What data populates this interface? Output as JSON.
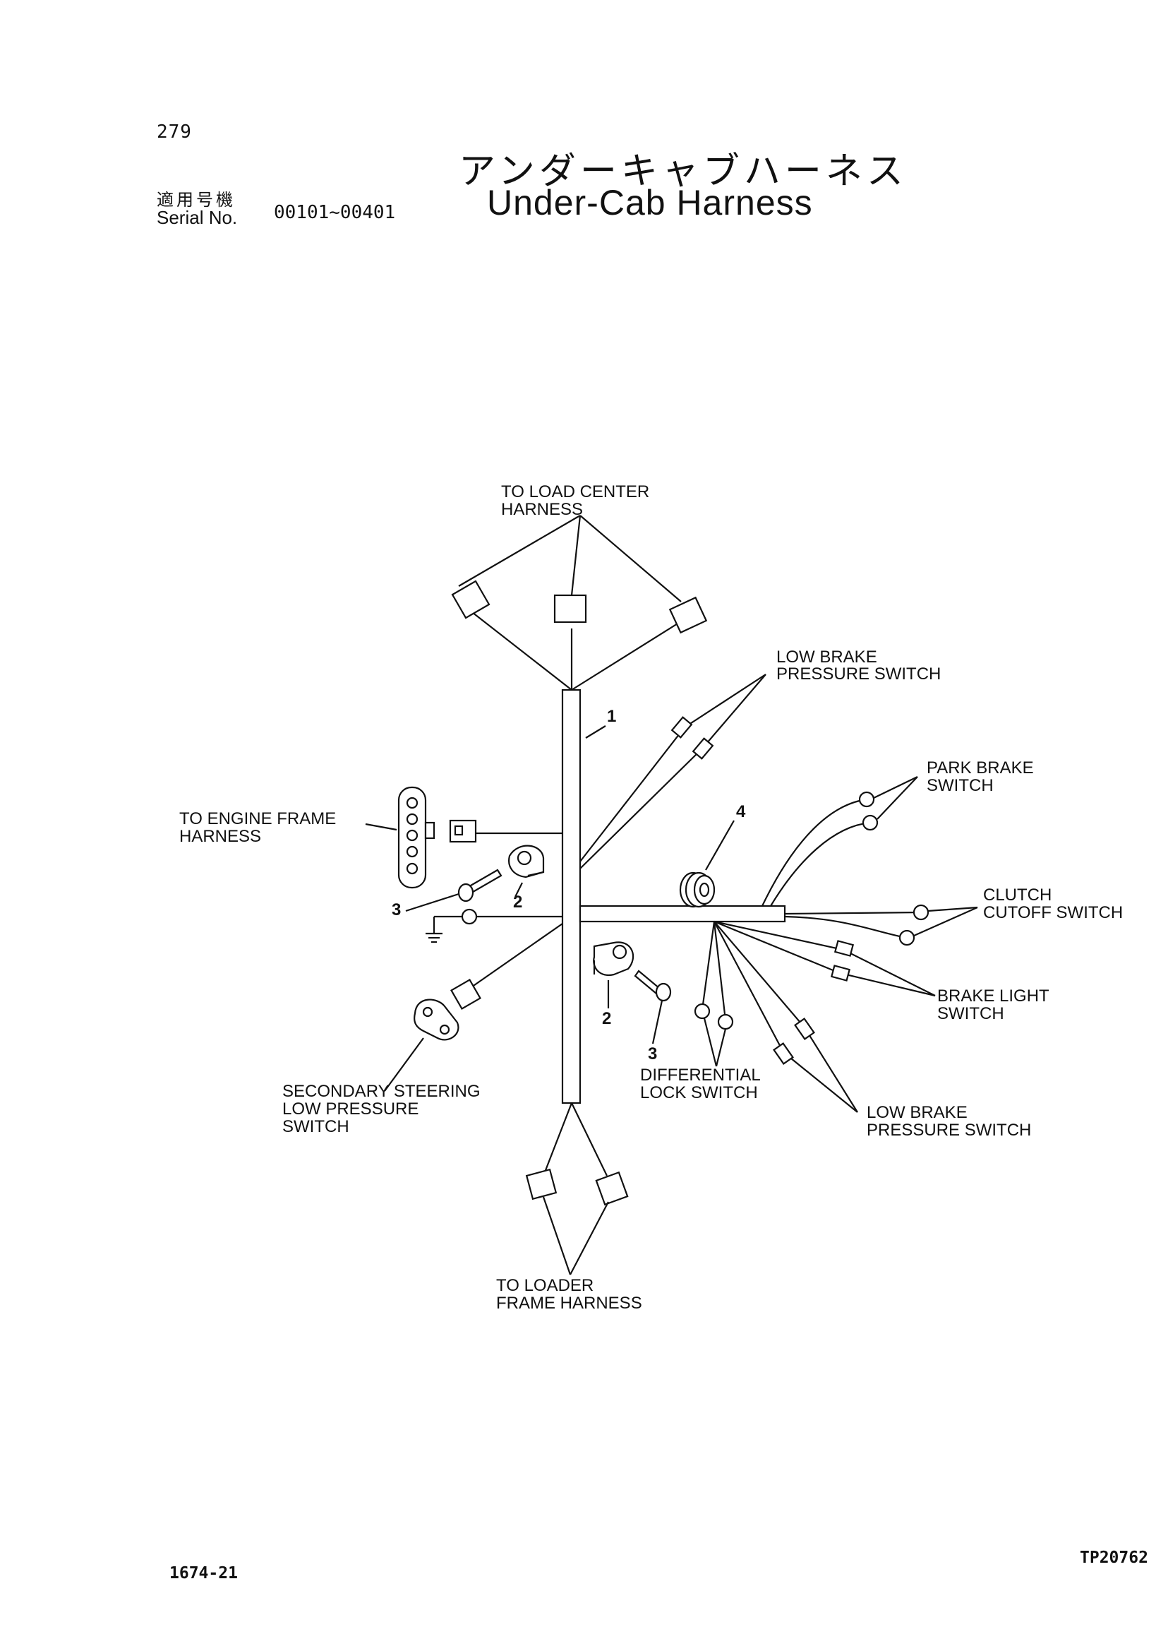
{
  "header": {
    "page_number": "279",
    "title_jp": "アンダーキャブハーネス",
    "title_en": "Under-Cab Harness",
    "serial_label_jp": "適用号機",
    "serial_label_en": "Serial No.",
    "serial_range": "00101~00401"
  },
  "labels": {
    "to_load_center_1": "TO LOAD CENTER",
    "to_load_center_2": "HARNESS",
    "low_brake_top_1": "LOW BRAKE",
    "low_brake_top_2": "PRESSURE SWITCH",
    "park_brake_1": "PARK BRAKE",
    "park_brake_2": "SWITCH",
    "engine_frame_1": "TO ENGINE FRAME",
    "engine_frame_2": "HARNESS",
    "clutch_1": "CLUTCH",
    "clutch_2": "CUTOFF SWITCH",
    "brake_light_1": "BRAKE LIGHT",
    "brake_light_2": "SWITCH",
    "secondary_1": "SECONDARY STEERING",
    "secondary_2": "LOW PRESSURE",
    "secondary_3": "SWITCH",
    "diff_1": "DIFFERENTIAL",
    "diff_2": "LOCK SWITCH",
    "low_brake_bottom_1": "LOW BRAKE",
    "low_brake_bottom_2": "PRESSURE SWITCH",
    "loader_1": "TO LOADER",
    "loader_2": "FRAME HARNESS"
  },
  "callouts": {
    "harness": "1",
    "clamp_left": "2",
    "bolt_left": "3",
    "grommet": "4",
    "clamp_right": "2",
    "bolt_right": "3"
  },
  "footer": {
    "left_code": "1674-21",
    "right_code": "TP20762"
  }
}
